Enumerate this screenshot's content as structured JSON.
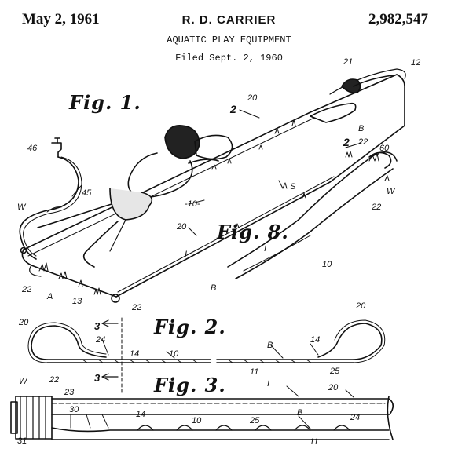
{
  "header": {
    "date": "May 2, 1961",
    "inventor": "R. D. CARRIER",
    "patent_number": "2,982,547",
    "title": "AQUATIC PLAY EQUIPMENT",
    "filed": "Filed Sept. 2, 1960"
  },
  "figures": {
    "fig1": "Fig. 1.",
    "fig2": "Fig. 2.",
    "fig3": "Fig. 3.",
    "fig8": "Fig. 8."
  },
  "refs": {
    "r12": "12",
    "r20a": "20",
    "r21": "21",
    "r2a": "2",
    "rB1": "B",
    "r2b": "2",
    "r22a": "22",
    "r60": "60",
    "r46": "46",
    "r45": "45",
    "rS": "S",
    "rW1": "W",
    "r10a": "-10-",
    "rW2": "W",
    "r22b": "22",
    "r20b": "20",
    "rI1": "I",
    "rI2": "I",
    "r10b": "10",
    "r22c": "22",
    "rA": "A",
    "r13": "13",
    "r22d": "22",
    "rB2": "B",
    "r20c": "20",
    "r20d": "20",
    "r3a": "3",
    "r24a": "24",
    "r14a": "14",
    "r10c": "10",
    "rB3": "B",
    "r14b": "14",
    "r11a": "11",
    "r25a": "25",
    "rW3": "W",
    "r22e": "22",
    "r3b": "3",
    "rI3": "I",
    "r20e": "20",
    "r23": "23",
    "r30": "30",
    "r14c": "14",
    "r10d": "10",
    "r25b": "25",
    "rB4": "B",
    "r24b": "24",
    "r11b": "11",
    "r31": "31"
  }
}
